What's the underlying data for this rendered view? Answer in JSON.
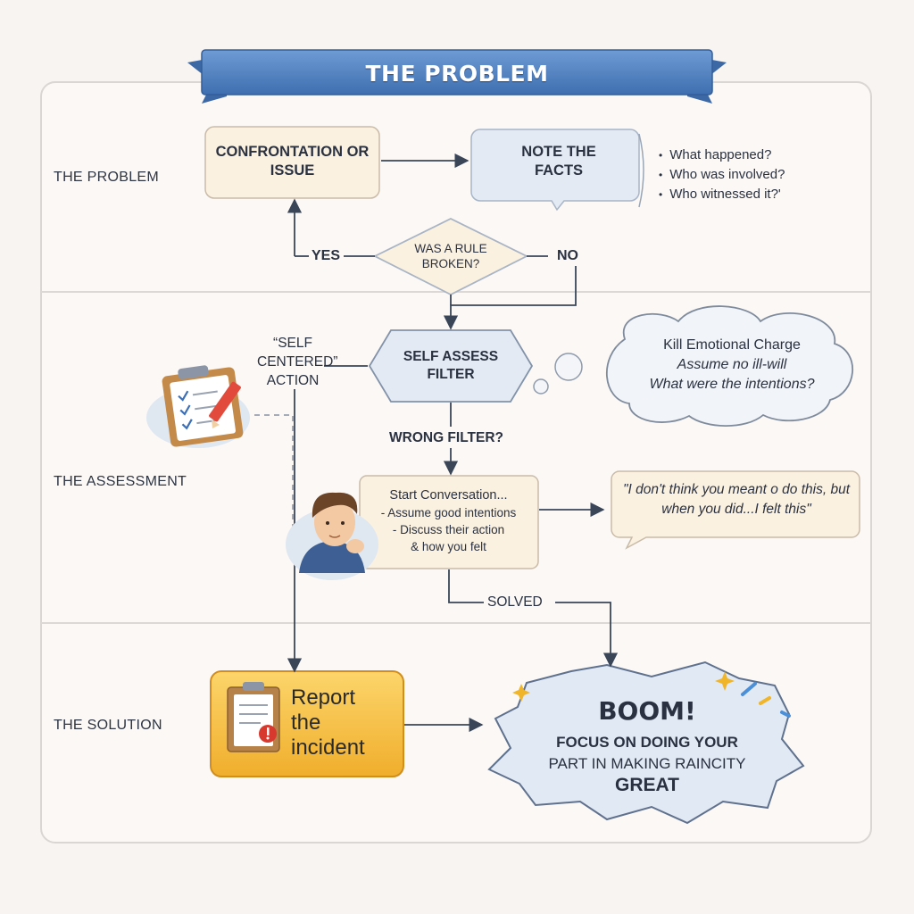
{
  "banner": {
    "title": "THE PROBLEM"
  },
  "lanes": [
    {
      "label": "THE PROBLEM"
    },
    {
      "label": "THE ASSESSMENT"
    },
    {
      "label": "THE SOLUTION"
    }
  ],
  "nodes": {
    "confrontation": "CONFRONTATION OR ISSUE",
    "note_facts": "NOTE THE FACTS",
    "decision": "WAS A RULE BROKEN?",
    "self_assess": "SELF ASSESS FILTER",
    "conversation": {
      "title": "Start Conversation...",
      "lines": [
        "- Assume good intentions",
        "- Discuss their action",
        "& how you felt"
      ]
    },
    "report": "Report the incident",
    "boom": {
      "title": "BOOM!",
      "line1": "FOCUS ON DOING YOUR",
      "line2": "PART IN MAKING RAINCITY",
      "line3": "GREAT"
    }
  },
  "facts_questions": [
    "What happened?",
    "Who was involved?",
    "Who witnessed it?'"
  ],
  "cloud": {
    "line1": "Kill Emotional Charge",
    "line2": "Assume no ill-will",
    "line3": "What were the intentions?"
  },
  "quote": "\"I don't think you meant o do this, but when you did...I felt this\"",
  "edge_labels": {
    "yes": "YES",
    "no": "NO",
    "self_centered": "“SELF CENTERED” ACTION",
    "wrong_filter": "WRONG FILTER?",
    "solved": "SOLVED"
  },
  "icons": [
    "clipboard-checklist-icon",
    "thinking-person-icon",
    "report-clipboard-icon",
    "sparkle-icon"
  ],
  "colors": {
    "banner": "#4d7fbf",
    "panel_border": "#d9d6d4",
    "warm_box": "#fbf1e0",
    "cool_box": "#e3eaf3",
    "report_box": "#f6c24a",
    "arrow": "#3a4658"
  }
}
